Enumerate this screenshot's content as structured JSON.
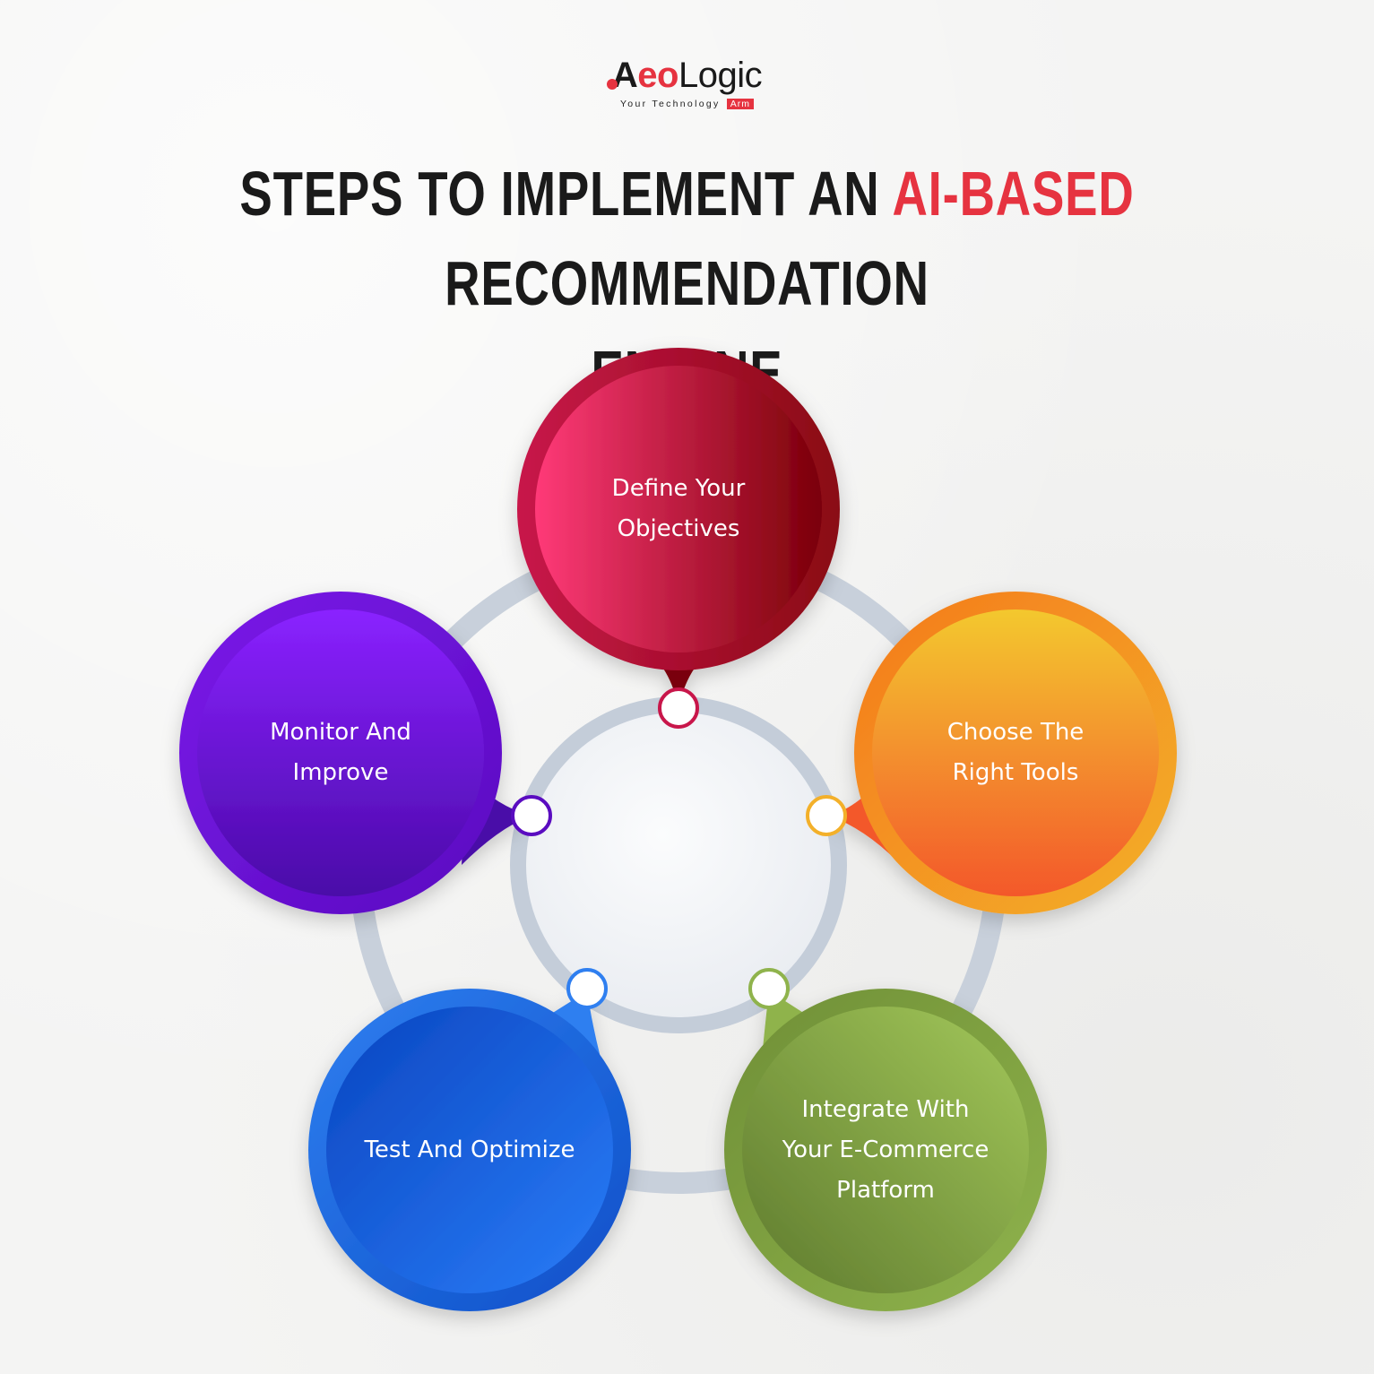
{
  "brand": {
    "logo_mark_a": "A",
    "logo_mark_eo": "eo",
    "logo_mark_logic": "Logic",
    "tagline": "Your Technology",
    "tagline_highlight": "Arm"
  },
  "title": {
    "line1_part1": "STEPS TO IMPLEMENT AN",
    "line1_highlight": "AI-BASED",
    "line1_part2": "RECOMMENDATION",
    "line2": "ENGINE"
  },
  "colors": {
    "accent": "#e63340",
    "ring": "#c3ccd8",
    "step1": [
      "#ff3a78",
      "#7a0008"
    ],
    "step2": [
      "#f3c82e",
      "#f3582c"
    ],
    "step3": [
      "#a3c85a",
      "#5e7a2e"
    ],
    "step4": [
      "#2a7df8",
      "#0a45c0"
    ],
    "step5": [
      "#8a22ff",
      "#4a0aa8"
    ]
  },
  "steps": [
    {
      "line1": "Define Your",
      "line2": "Objectives",
      "line3": ""
    },
    {
      "line1": "Choose The",
      "line2": "Right Tools",
      "line3": ""
    },
    {
      "line1": "Integrate With",
      "line2": "Your E-Commerce",
      "line3": "Platform"
    },
    {
      "line1": "Test And Optimize",
      "line2": "",
      "line3": ""
    },
    {
      "line1": "Monitor And",
      "line2": "Improve",
      "line3": ""
    }
  ]
}
